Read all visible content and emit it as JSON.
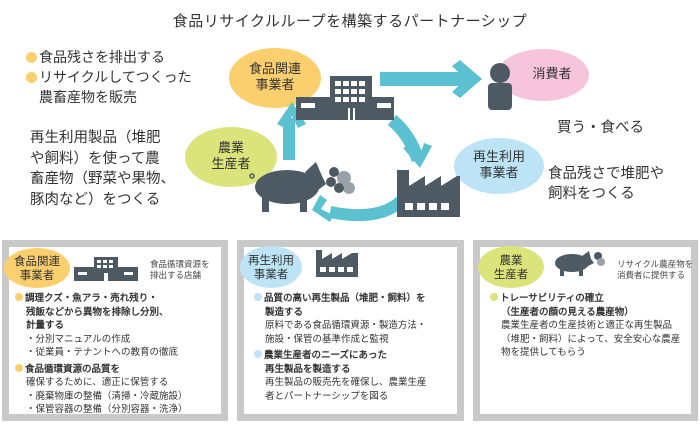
{
  "title": "食品リサイクルループを構築するパートナーシップ",
  "colors": {
    "food_business": "#fccf6e",
    "consumer": "#f6c5db",
    "recycler": "#bde4f6",
    "farmer": "#dbe37b",
    "arrow": "#5bc0d0",
    "icon": "#4d5a64",
    "panel_border": "#c9c9c9"
  },
  "diagram": {
    "left_bullets": [
      "食品残さを排出する",
      "リサイクルしてつくった",
      "農畜産物を販売"
    ],
    "left_paragraph": [
      "再生利用製品（堆肥",
      "や飼料）を使って農",
      "畜産物（野菜や果物、",
      "豚肉など）をつくる"
    ],
    "right_text_consumer": "買う・食べる",
    "right_paragraph": [
      "食品残さで堆肥や",
      "飼料をつくる"
    ],
    "actors": {
      "food_business": [
        "食品関連",
        "事業者"
      ],
      "consumer": "消費者",
      "recycler": [
        "再生利用",
        "事業者"
      ],
      "farmer": [
        "農業",
        "生産者"
      ]
    },
    "icons": [
      "building-icon",
      "person-icon",
      "factory-icon",
      "pig-icon",
      "vegetable-icon"
    ]
  },
  "panels": [
    {
      "badge": [
        "食品関連",
        "事業者"
      ],
      "note": [
        "食品循環資源を",
        "排出する店舗"
      ],
      "items": [
        {
          "heading": [
            "調理クズ・魚アラ・売れ残り・",
            "残飯などから異物を排除し分別、",
            "計量する"
          ],
          "details": [
            "・分別マニュアルの作成",
            "・従業員・テナントへの教育の徹底"
          ]
        },
        {
          "heading": [
            "食品循環資源の品質を",
            "確保するために、適正に保管する"
          ],
          "details": [
            "・廃棄物庫の整備（清掃・冷蔵施設）",
            "・保管容器の整備（分別容器・洗浄）"
          ]
        }
      ]
    },
    {
      "badge": [
        "再生利用",
        "事業者"
      ],
      "note": [],
      "items": [
        {
          "heading": [
            "品質の高い再生製品（堆肥・飼料）を",
            "製造する"
          ],
          "details": [
            "原料である食品循環資源・製造方法・",
            "施設・保管の基準作成と監視"
          ]
        },
        {
          "heading": [
            "農業生産者のニーズにあった",
            "再生製品を製造する"
          ],
          "details": [
            "再生製品の販売先を確保し、農業生産",
            "者とパートナーシップを図る"
          ]
        }
      ]
    },
    {
      "badge": [
        "農業",
        "生産者"
      ],
      "note": [
        "リサイクル農産物を",
        "消費者に提供する"
      ],
      "items": [
        {
          "heading": [
            "トレーサビリティの確立",
            "（生産者の顔の見える農産物）"
          ],
          "details": [
            "農業生産者の生産技術と適正な再生製品",
            "（堆肥・飼料）によって、安全安心な農産",
            "物を提供してもらう"
          ]
        }
      ]
    }
  ]
}
